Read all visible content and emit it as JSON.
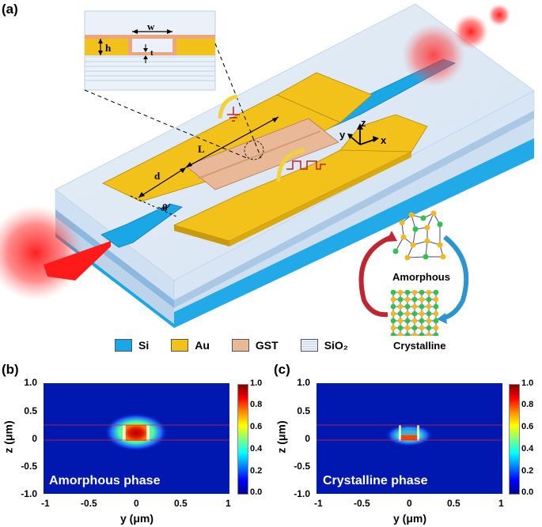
{
  "panel_a": {
    "label": "(a)",
    "inset_labels": {
      "w": "w",
      "h": "h",
      "t": "t"
    },
    "device_labels": {
      "L": "L",
      "d": "d",
      "theta": "θ"
    },
    "axes_labels": {
      "z": "z",
      "y": "y",
      "x": "x"
    },
    "phases": {
      "amorphous": "Amorphous",
      "crystalline": "Crystalline"
    },
    "legend": [
      {
        "label": "Si",
        "color": "#1aa7e6"
      },
      {
        "label": "Au",
        "color": "#f2c21b"
      },
      {
        "label": "GST",
        "color": "#e9b896"
      },
      {
        "label": "SiO₂",
        "color": "#dfe9f5"
      }
    ]
  },
  "panel_b": {
    "label": "(b)",
    "phase_text": "Amorphous phase",
    "y_ticks": [
      "1.0",
      "0.5",
      "0",
      "-0.5",
      "-1.0"
    ],
    "x_ticks": [
      "-1",
      "-0.5",
      "0",
      "0.5",
      "1"
    ],
    "xlabel": "y (μm)",
    "ylabel": "z (μm)",
    "colorbar_ticks": [
      "1.0",
      "0.8",
      "0.6",
      "0.4",
      "0.2",
      "0.0"
    ]
  },
  "panel_c": {
    "label": "(c)",
    "phase_text": "Crystalline phase",
    "y_ticks": [
      "1.0",
      "0.5",
      "0",
      "-0.5",
      "-1.0"
    ],
    "x_ticks": [
      "-1",
      "-0.5",
      "0",
      "0.5",
      "1"
    ],
    "xlabel": "y (μm)",
    "ylabel": "z (μm)",
    "colorbar_ticks": [
      "1.0",
      "0.8",
      "0.6",
      "0.4",
      "0.2",
      "0.0"
    ]
  },
  "chart_data": [
    {
      "type": "heatmap",
      "title": "Amorphous phase",
      "xlabel": "y (μm)",
      "ylabel": "z (μm)",
      "xlim": [
        -1,
        1
      ],
      "ylim": [
        -1,
        1
      ],
      "colorbar_range": [
        0,
        1
      ],
      "x_ticks": [
        -1,
        -0.5,
        0,
        0.5,
        1
      ],
      "y_ticks": [
        1.0,
        0.5,
        0,
        -0.5,
        -1.0
      ]
    },
    {
      "type": "heatmap",
      "title": "Crystalline phase",
      "xlabel": "y (μm)",
      "ylabel": "z (μm)",
      "xlim": [
        -1,
        1
      ],
      "ylim": [
        -1,
        1
      ],
      "colorbar_range": [
        0,
        1
      ],
      "x_ticks": [
        -1,
        -0.5,
        0,
        0.5,
        1
      ],
      "y_ticks": [
        1.0,
        0.5,
        0,
        -0.5,
        -1.0
      ]
    }
  ]
}
